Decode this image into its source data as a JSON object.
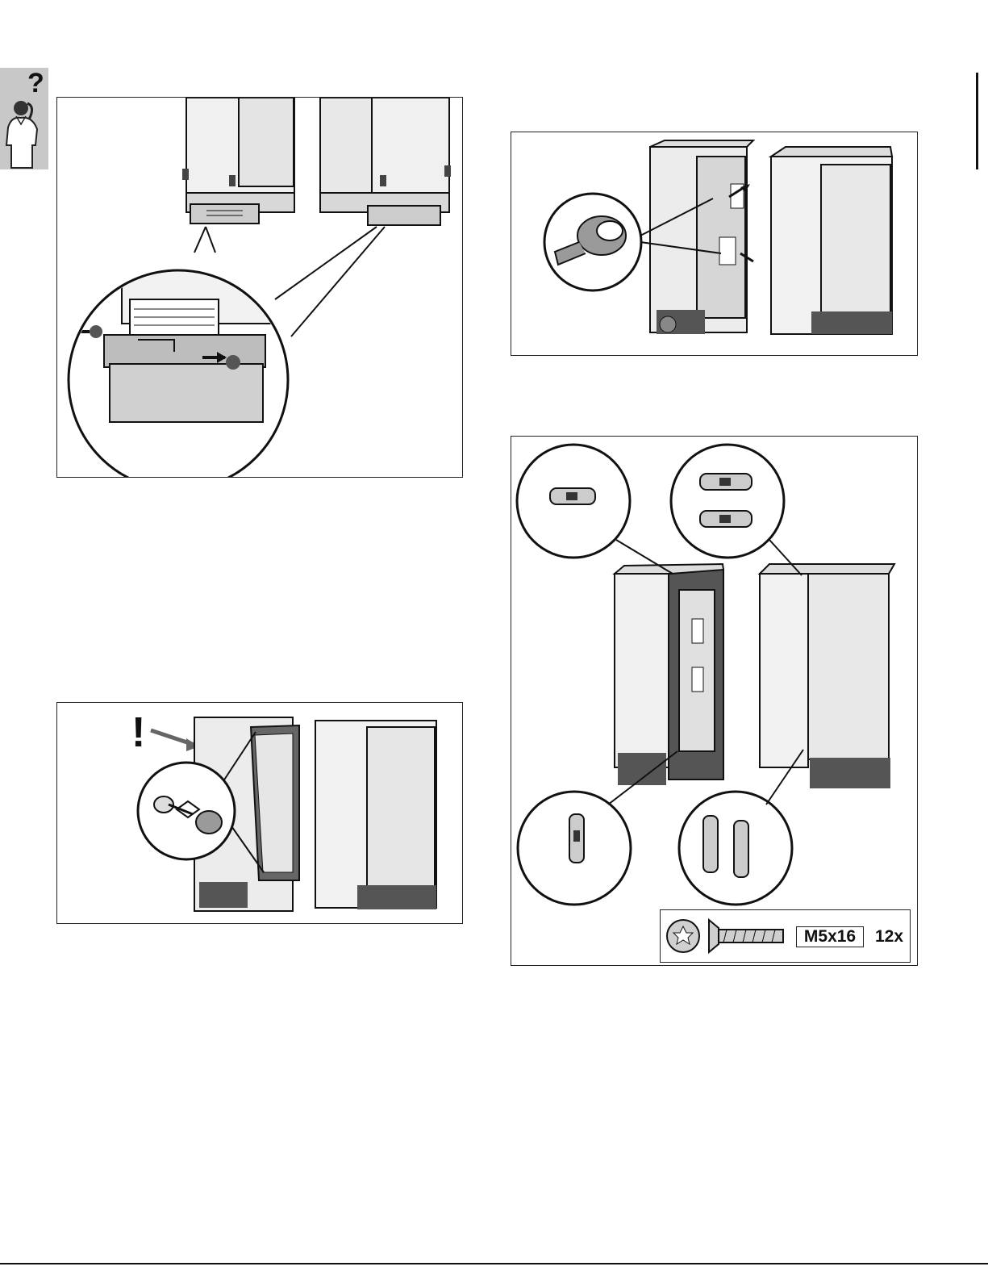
{
  "help_icon": {
    "symbol": "?",
    "icon": "person-question-icon"
  },
  "figures": [
    {
      "id": "plinth",
      "icon": "plinth-grille-removal-illustration"
    },
    {
      "id": "tape",
      "icon": "adhesive-tape-illustration"
    },
    {
      "id": "brackets",
      "icon": "mounting-brackets-illustration"
    },
    {
      "id": "trim",
      "icon": "side-trim-illustration",
      "exclamation": "!"
    }
  ],
  "screw_legend": {
    "size": "M5x16",
    "quantity": "12x",
    "icon": "torx-countersunk-screw-icon"
  },
  "colors": {
    "panel_border": "#222222",
    "line": "#111111",
    "fill_light": "#f0f0f0",
    "fill_mid": "#9a9a9a",
    "fill_dark": "#555555"
  }
}
